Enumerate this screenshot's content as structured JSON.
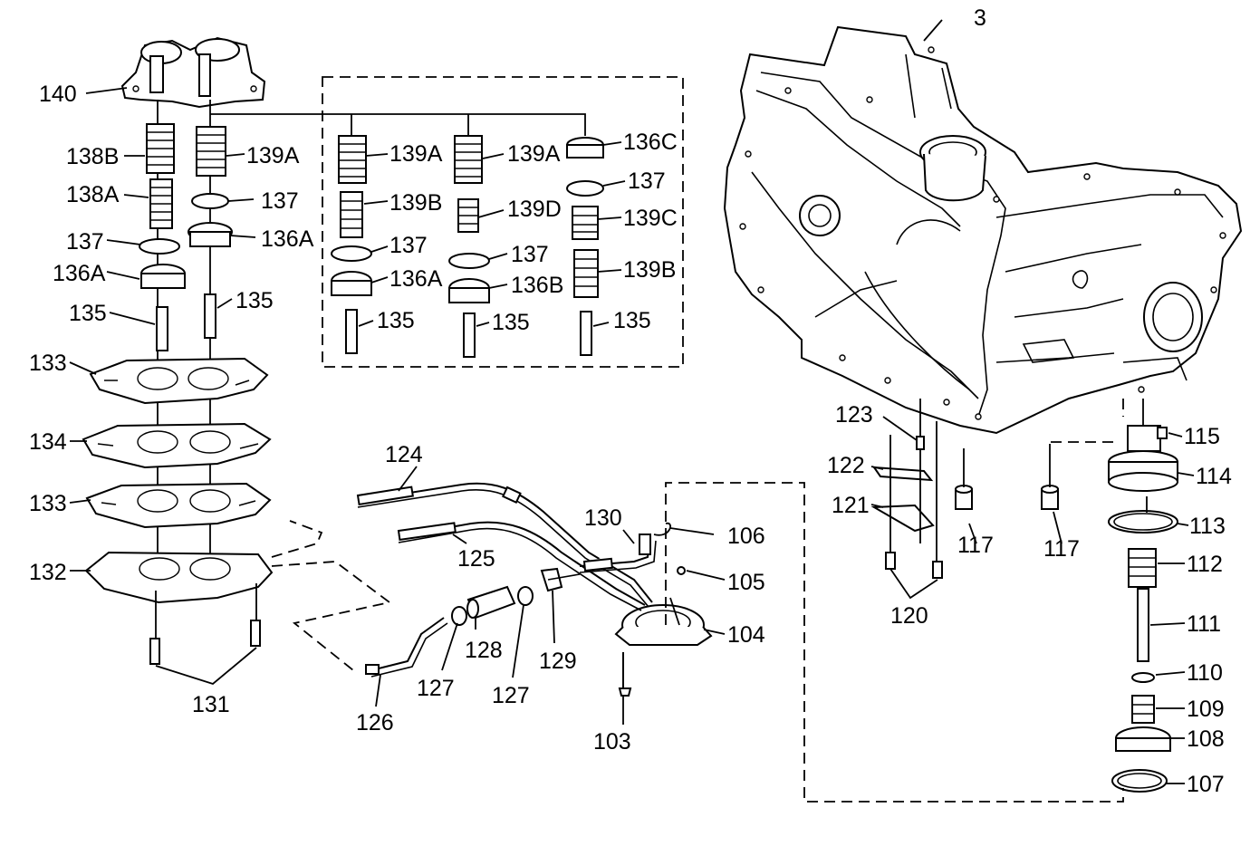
{
  "diagram": {
    "callouts": {
      "c3": "3",
      "c103": "103",
      "c104": "104",
      "c105": "105",
      "c106": "106",
      "c107": "107",
      "c108": "108",
      "c109": "109",
      "c110": "110",
      "c111": "111",
      "c112": "112",
      "c113": "113",
      "c114": "114",
      "c115": "115",
      "c117a": "117",
      "c117b": "117",
      "c120": "120",
      "c121": "121",
      "c122": "122",
      "c123": "123",
      "c124": "124",
      "c125": "125",
      "c126": "126",
      "c127a": "127",
      "c127b": "127",
      "c128": "128",
      "c129": "129",
      "c130": "130",
      "c131": "131",
      "c132": "132",
      "c133a": "133",
      "c133b": "133",
      "c134": "134",
      "c135a": "135",
      "c135b": "135",
      "c135c": "135",
      "c135d": "135",
      "c135e": "135",
      "c136A_a": "136A",
      "c136A_b": "136A",
      "c136A_c": "136A",
      "c136B": "136B",
      "c136C": "136C",
      "c137a": "137",
      "c137b": "137",
      "c137c": "137",
      "c137d": "137",
      "c137e": "137",
      "c138A": "138A",
      "c138B": "138B",
      "c139A_a": "139A",
      "c139A_b": "139A",
      "c139A_c": "139A",
      "c139B_a": "139B",
      "c139B_b": "139B",
      "c139C": "139C",
      "c139D": "139D",
      "c140": "140"
    }
  }
}
